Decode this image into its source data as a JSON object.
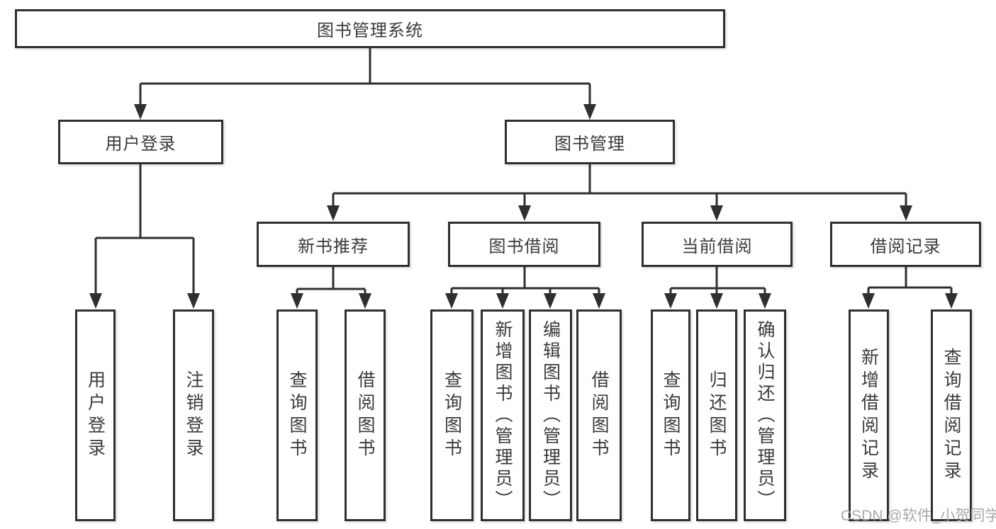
{
  "root": {
    "label": "图书管理系统"
  },
  "user_login": {
    "label": "用户登录",
    "children": [
      "用户登录",
      "注销登录"
    ]
  },
  "book_management": {
    "label": "图书管理",
    "sections": [
      {
        "label": "新书推荐",
        "children": [
          "查询图书",
          "借阅图书"
        ]
      },
      {
        "label": "图书借阅",
        "children": [
          "查询图书",
          "新增图书（管理员）",
          "编辑图书（管理员）",
          "借阅图书"
        ]
      },
      {
        "label": "当前借阅",
        "children": [
          "查询图书",
          "归还图书",
          "确认归还（管理员）"
        ]
      },
      {
        "label": "借阅记录",
        "children": [
          "新增借阅记录",
          "查询借阅记录"
        ]
      }
    ]
  },
  "watermark": {
    "text": "CSDN @软件_小贺同学"
  },
  "colors": {
    "line": "#2f2f2f",
    "text": "#3a3a3a",
    "watermark": "#a9a9a9",
    "background": "#ffffff"
  }
}
